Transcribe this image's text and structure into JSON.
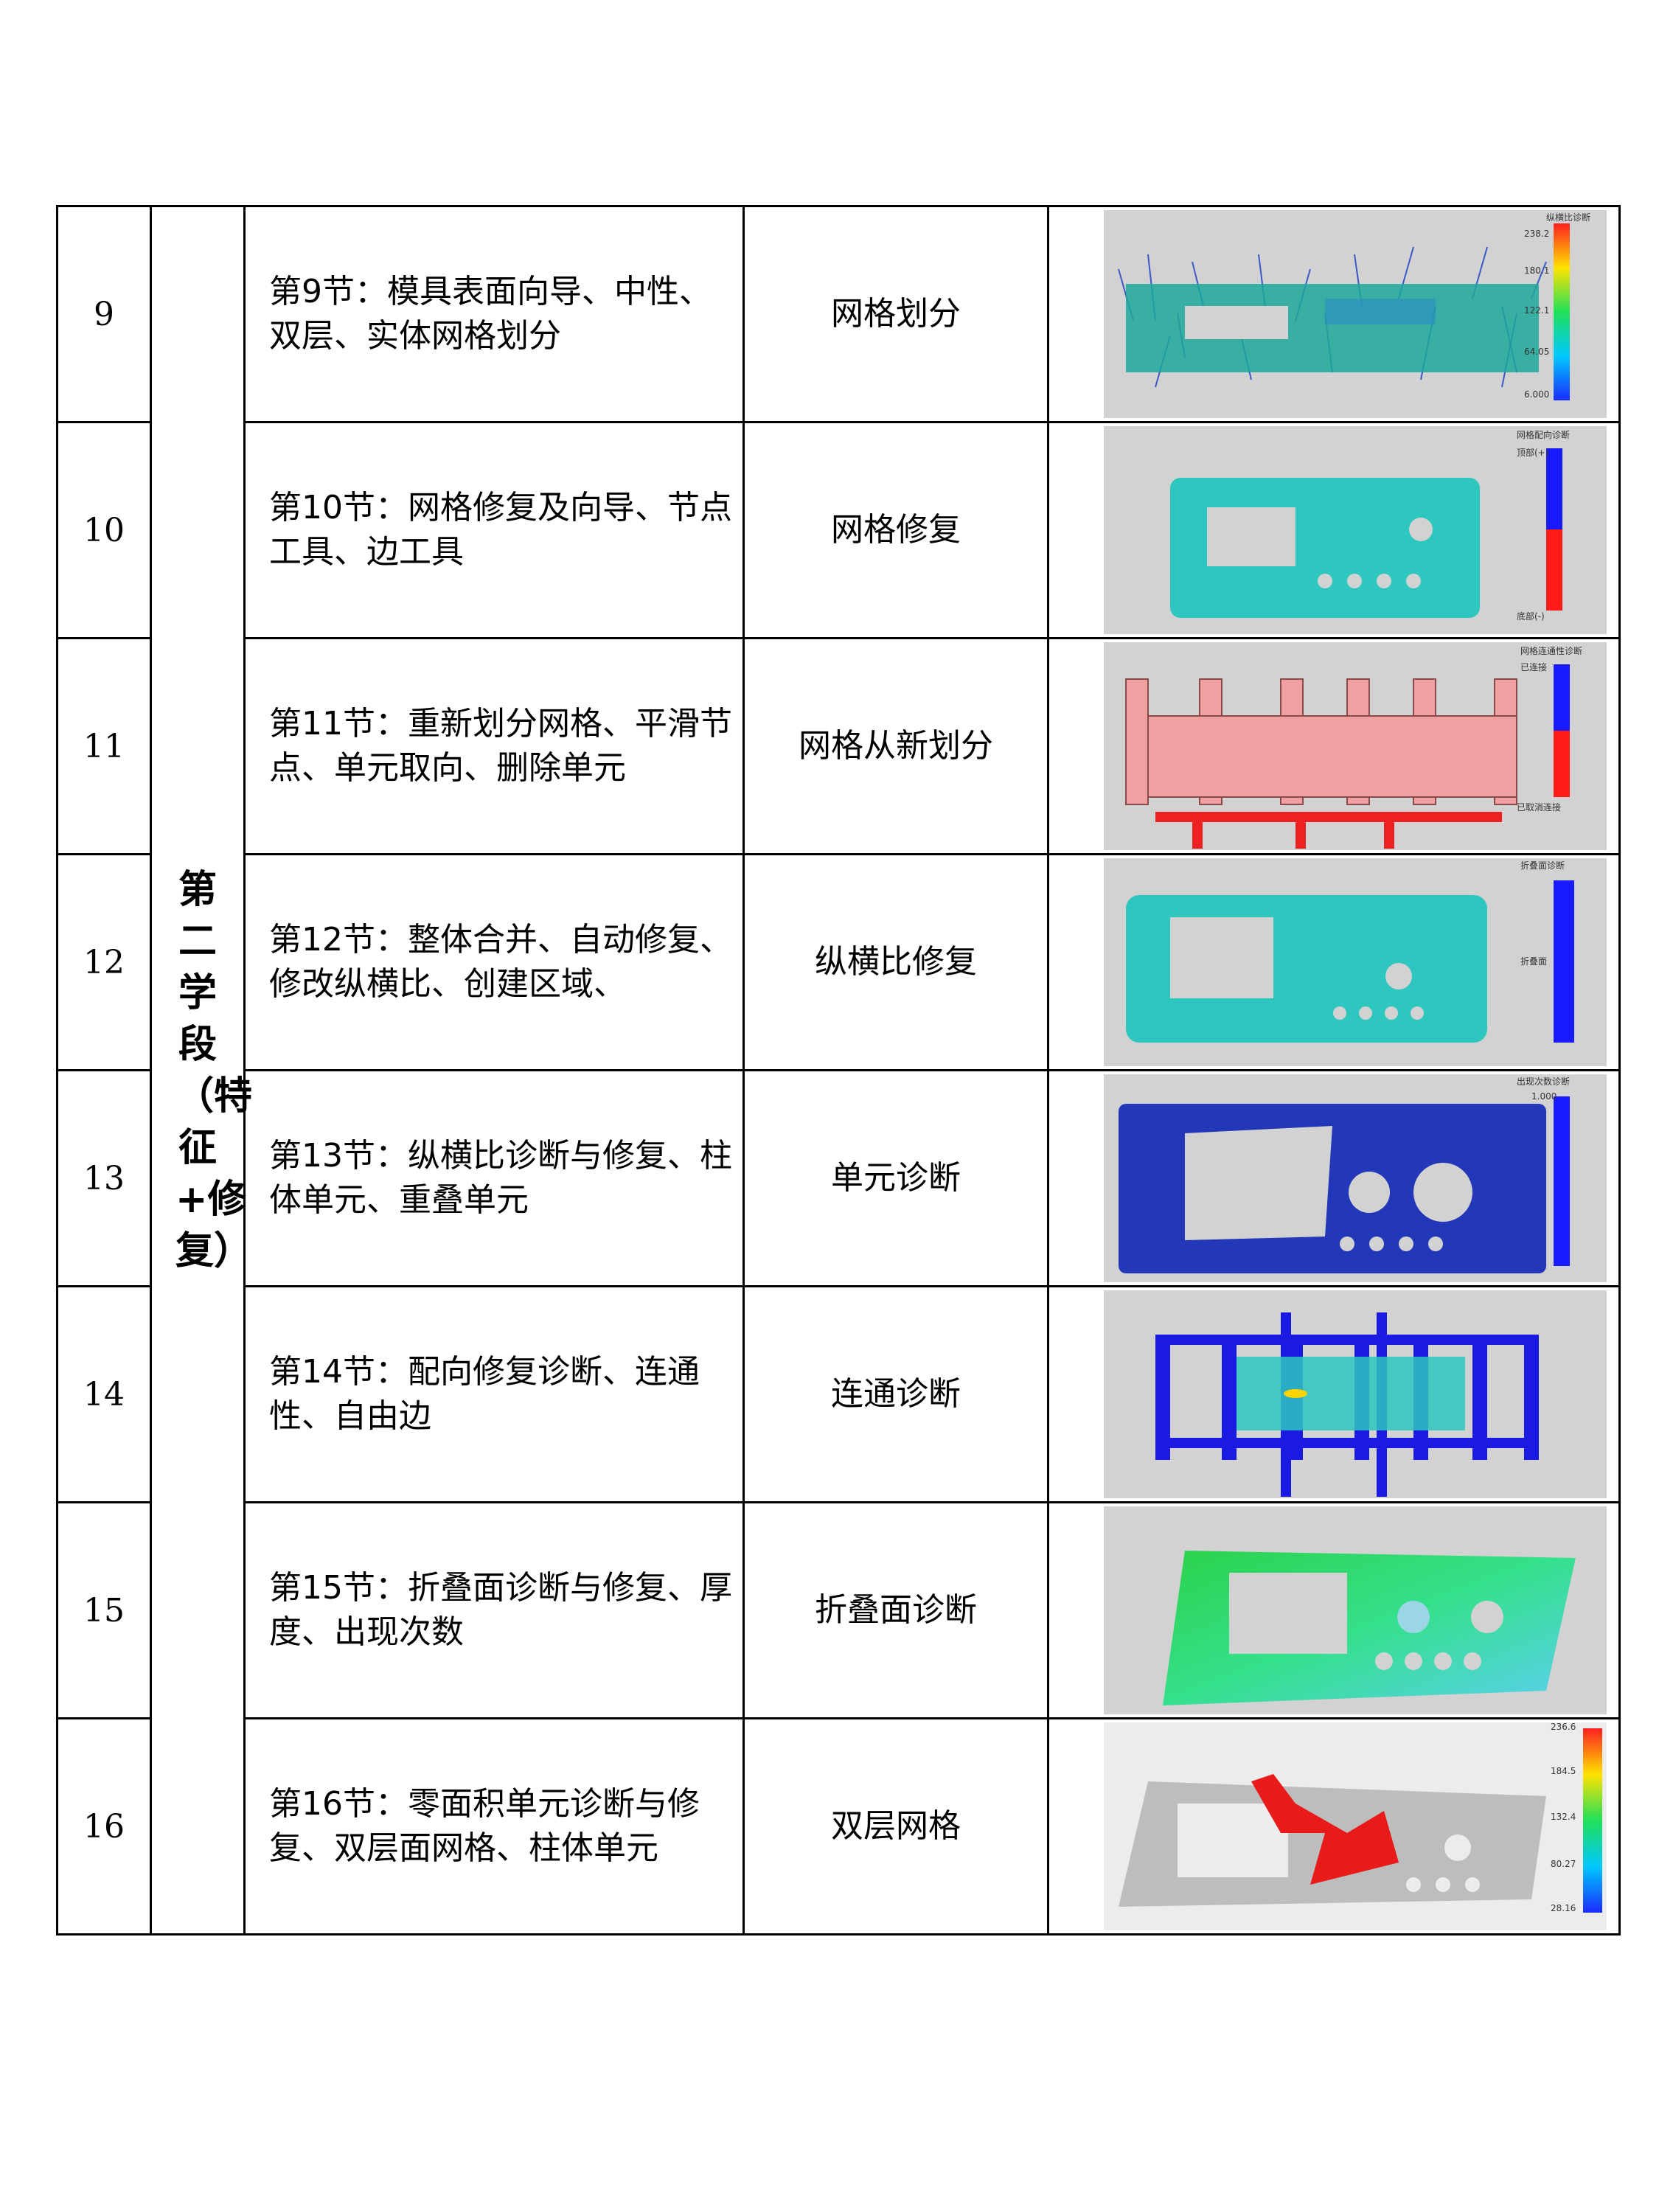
{
  "stage_label": "第二学段（特征+修复）",
  "rows": [
    {
      "num": "9",
      "content": "第9节：模具表面向导、中性、双层、实体网格划分",
      "topic": "网格划分",
      "legend": [
        "纵横比诊断",
        "238.2",
        "180.1",
        "122.1",
        "64.05",
        "6.000"
      ]
    },
    {
      "num": "10",
      "content": "第10节：网格修复及向导、节点工具、边工具",
      "topic": "网格修复",
      "legend": [
        "网格配向诊断",
        "顶部(+)",
        "底部(-)"
      ]
    },
    {
      "num": "11",
      "content": "第11节：重新划分网格、平滑节点、单元取向、删除单元",
      "topic": "网格从新划分",
      "legend": [
        "网格连通性诊断",
        "已连接",
        "已取消连接"
      ]
    },
    {
      "num": "12",
      "content": "第12节：整体合并、自动修复、修改纵横比、创建区域、",
      "topic": "纵横比修复",
      "legend": [
        "折叠面诊断",
        "折叠面"
      ]
    },
    {
      "num": "13",
      "content": "第13节：纵横比诊断与修复、柱体单元、重叠单元",
      "topic": "单元诊断",
      "legend": [
        "出现次数诊断",
        "1.000"
      ]
    },
    {
      "num": "14",
      "content": "第14节：配向修复诊断、连通性、自由边",
      "topic": "连通诊断",
      "legend": []
    },
    {
      "num": "15",
      "content": "第15节：折叠面诊断与修复、厚度、出现次数",
      "topic": "折叠面诊断",
      "legend": []
    },
    {
      "num": "16",
      "content": "第16节：零面积单元诊断与修复、双层面网格、柱体单元",
      "topic": "双层网格",
      "legend": [
        "236.6",
        "184.5",
        "132.4",
        "80.27",
        "28.16"
      ]
    }
  ]
}
